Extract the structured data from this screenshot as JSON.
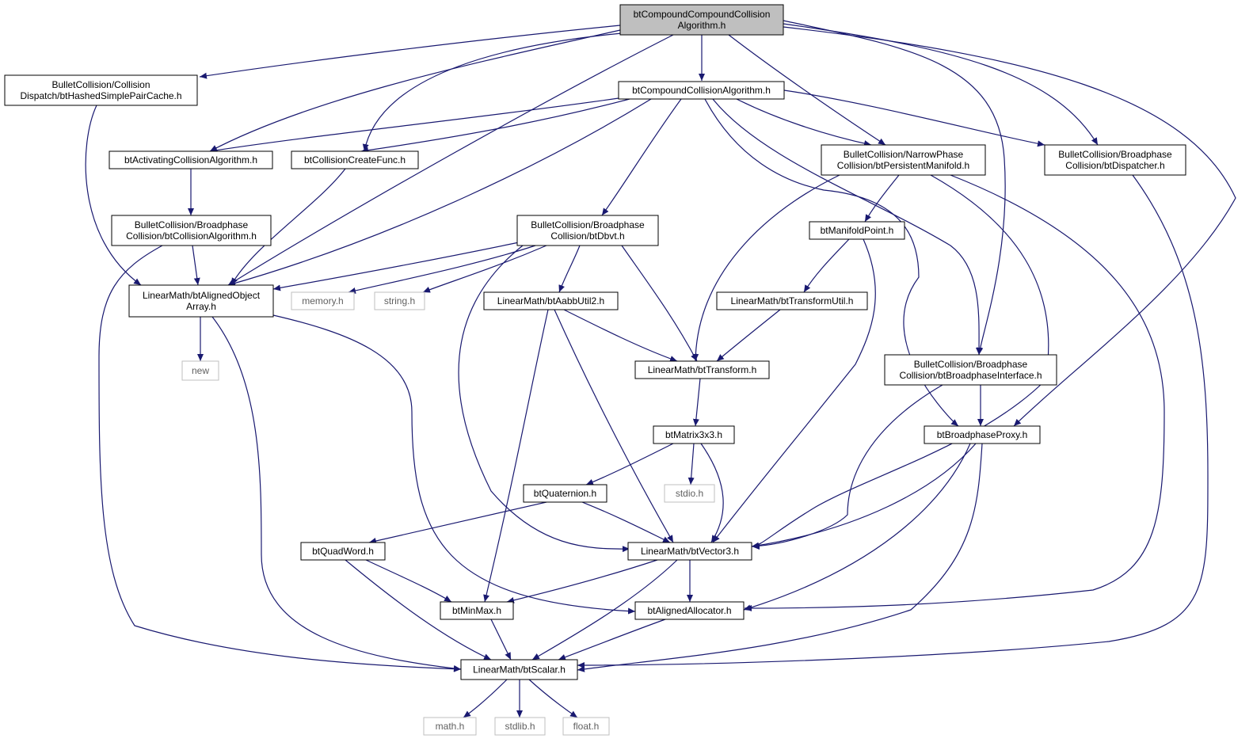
{
  "diagram": {
    "colors": {
      "edge": "#191970",
      "root_fill": "#bfbfbf",
      "node_fill": "#ffffff",
      "node_border": "#000000",
      "external_border": "#bfbfbf"
    },
    "nodes": [
      {
        "id": "root",
        "lines": [
          "btCompoundCompoundCollision",
          "Algorithm.h"
        ],
        "kind": "root"
      },
      {
        "id": "hashed",
        "lines": [
          "BulletCollision/Collision",
          "Dispatch/btHashedSimplePairCache.h"
        ],
        "kind": "normal"
      },
      {
        "id": "compound",
        "lines": [
          "btCompoundCollisionAlgorithm.h"
        ],
        "kind": "normal"
      },
      {
        "id": "activating",
        "lines": [
          "btActivatingCollisionAlgorithm.h"
        ],
        "kind": "normal"
      },
      {
        "id": "createfunc",
        "lines": [
          "btCollisionCreateFunc.h"
        ],
        "kind": "normal"
      },
      {
        "id": "persistent",
        "lines": [
          "BulletCollision/NarrowPhase",
          "Collision/btPersistentManifold.h"
        ],
        "kind": "normal"
      },
      {
        "id": "dispatcher",
        "lines": [
          "BulletCollision/Broadphase",
          "Collision/btDispatcher.h"
        ],
        "kind": "normal"
      },
      {
        "id": "collalgo",
        "lines": [
          "BulletCollision/Broadphase",
          "Collision/btCollisionAlgorithm.h"
        ],
        "kind": "normal"
      },
      {
        "id": "dbvt",
        "lines": [
          "BulletCollision/Broadphase",
          "Collision/btDbvt.h"
        ],
        "kind": "normal"
      },
      {
        "id": "manifoldpt",
        "lines": [
          "btManifoldPoint.h"
        ],
        "kind": "normal"
      },
      {
        "id": "alignedarr",
        "lines": [
          "LinearMath/btAlignedObject",
          "Array.h"
        ],
        "kind": "normal"
      },
      {
        "id": "memory",
        "lines": [
          "memory.h"
        ],
        "kind": "external"
      },
      {
        "id": "string",
        "lines": [
          "string.h"
        ],
        "kind": "external"
      },
      {
        "id": "aabb",
        "lines": [
          "LinearMath/btAabbUtil2.h"
        ],
        "kind": "normal"
      },
      {
        "id": "transutil",
        "lines": [
          "LinearMath/btTransformUtil.h"
        ],
        "kind": "normal"
      },
      {
        "id": "new",
        "lines": [
          "new"
        ],
        "kind": "external"
      },
      {
        "id": "transform",
        "lines": [
          "LinearMath/btTransform.h"
        ],
        "kind": "normal"
      },
      {
        "id": "bpinterface",
        "lines": [
          "BulletCollision/Broadphase",
          "Collision/btBroadphaseInterface.h"
        ],
        "kind": "normal"
      },
      {
        "id": "matrix",
        "lines": [
          "btMatrix3x3.h"
        ],
        "kind": "normal"
      },
      {
        "id": "bpproxy",
        "lines": [
          "btBroadphaseProxy.h"
        ],
        "kind": "normal"
      },
      {
        "id": "quaternion",
        "lines": [
          "btQuaternion.h"
        ],
        "kind": "normal"
      },
      {
        "id": "stdio",
        "lines": [
          "stdio.h"
        ],
        "kind": "external"
      },
      {
        "id": "quadword",
        "lines": [
          "btQuadWord.h"
        ],
        "kind": "normal"
      },
      {
        "id": "vector3",
        "lines": [
          "LinearMath/btVector3.h"
        ],
        "kind": "normal"
      },
      {
        "id": "minmax",
        "lines": [
          "btMinMax.h"
        ],
        "kind": "normal"
      },
      {
        "id": "allocator",
        "lines": [
          "btAlignedAllocator.h"
        ],
        "kind": "normal"
      },
      {
        "id": "scalar",
        "lines": [
          "LinearMath/btScalar.h"
        ],
        "kind": "normal"
      },
      {
        "id": "math",
        "lines": [
          "math.h"
        ],
        "kind": "external"
      },
      {
        "id": "stdlib",
        "lines": [
          "stdlib.h"
        ],
        "kind": "external"
      },
      {
        "id": "float",
        "lines": [
          "float.h"
        ],
        "kind": "external"
      }
    ],
    "edges": [
      [
        "root",
        "hashed"
      ],
      [
        "root",
        "compound"
      ],
      [
        "root",
        "activating"
      ],
      [
        "root",
        "createfunc"
      ],
      [
        "root",
        "alignedarr"
      ],
      [
        "root",
        "persistent"
      ],
      [
        "root",
        "dispatcher"
      ],
      [
        "root",
        "bpinterface"
      ],
      [
        "root",
        "bpproxy"
      ],
      [
        "hashed",
        "alignedarr"
      ],
      [
        "compound",
        "activating"
      ],
      [
        "compound",
        "createfunc"
      ],
      [
        "compound",
        "alignedarr"
      ],
      [
        "compound",
        "dbvt"
      ],
      [
        "compound",
        "persistent"
      ],
      [
        "compound",
        "dispatcher"
      ],
      [
        "compound",
        "bpinterface"
      ],
      [
        "compound",
        "bpproxy"
      ],
      [
        "activating",
        "collalgo"
      ],
      [
        "createfunc",
        "alignedarr"
      ],
      [
        "collalgo",
        "alignedarr"
      ],
      [
        "collalgo",
        "scalar"
      ],
      [
        "dbvt",
        "alignedarr"
      ],
      [
        "dbvt",
        "memory"
      ],
      [
        "dbvt",
        "string"
      ],
      [
        "dbvt",
        "aabb"
      ],
      [
        "dbvt",
        "transform"
      ],
      [
        "dbvt",
        "vector3"
      ],
      [
        "persistent",
        "manifoldpt"
      ],
      [
        "persistent",
        "transform"
      ],
      [
        "persistent",
        "vector3"
      ],
      [
        "persistent",
        "allocator"
      ],
      [
        "dispatcher",
        "scalar"
      ],
      [
        "manifoldpt",
        "transutil"
      ],
      [
        "manifoldpt",
        "vector3"
      ],
      [
        "alignedarr",
        "new"
      ],
      [
        "alignedarr",
        "scalar"
      ],
      [
        "alignedarr",
        "allocator"
      ],
      [
        "aabb",
        "transform"
      ],
      [
        "aabb",
        "vector3"
      ],
      [
        "aabb",
        "minmax"
      ],
      [
        "transutil",
        "transform"
      ],
      [
        "transform",
        "matrix"
      ],
      [
        "bpinterface",
        "bpproxy"
      ],
      [
        "bpinterface",
        "vector3"
      ],
      [
        "matrix",
        "quaternion"
      ],
      [
        "matrix",
        "stdio"
      ],
      [
        "matrix",
        "vector3"
      ],
      [
        "bpproxy",
        "vector3"
      ],
      [
        "bpproxy",
        "allocator"
      ],
      [
        "bpproxy",
        "scalar"
      ],
      [
        "quaternion",
        "quadword"
      ],
      [
        "quaternion",
        "vector3"
      ],
      [
        "quadword",
        "minmax"
      ],
      [
        "quadword",
        "scalar"
      ],
      [
        "vector3",
        "minmax"
      ],
      [
        "vector3",
        "allocator"
      ],
      [
        "vector3",
        "scalar"
      ],
      [
        "minmax",
        "scalar"
      ],
      [
        "allocator",
        "scalar"
      ],
      [
        "scalar",
        "math"
      ],
      [
        "scalar",
        "stdlib"
      ],
      [
        "scalar",
        "float"
      ]
    ]
  }
}
